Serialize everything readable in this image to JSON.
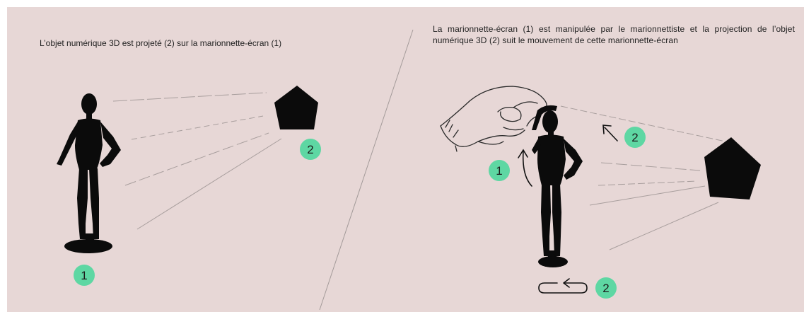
{
  "colors": {
    "background": "#e7d7d6",
    "silhouette": "#0b0b0b",
    "badge_fill": "#5ed7a3",
    "badge_text": "#1c1c1c",
    "lines": "#a89e9d"
  },
  "left_panel": {
    "caption": "L’objet numérique 3D est projeté (2) sur la marionnette-écran (1)",
    "badge_puppet": "1",
    "badge_object": "2"
  },
  "right_panel": {
    "caption": "La marionnette-écran (1) est manipulée par le marionnettiste et la projection de l’objet numérique 3D (2) suit le mouvement de cette marionnette-écran",
    "badge_hand": "1",
    "badge_object_motion": "2",
    "badge_base_rotation": "2"
  }
}
